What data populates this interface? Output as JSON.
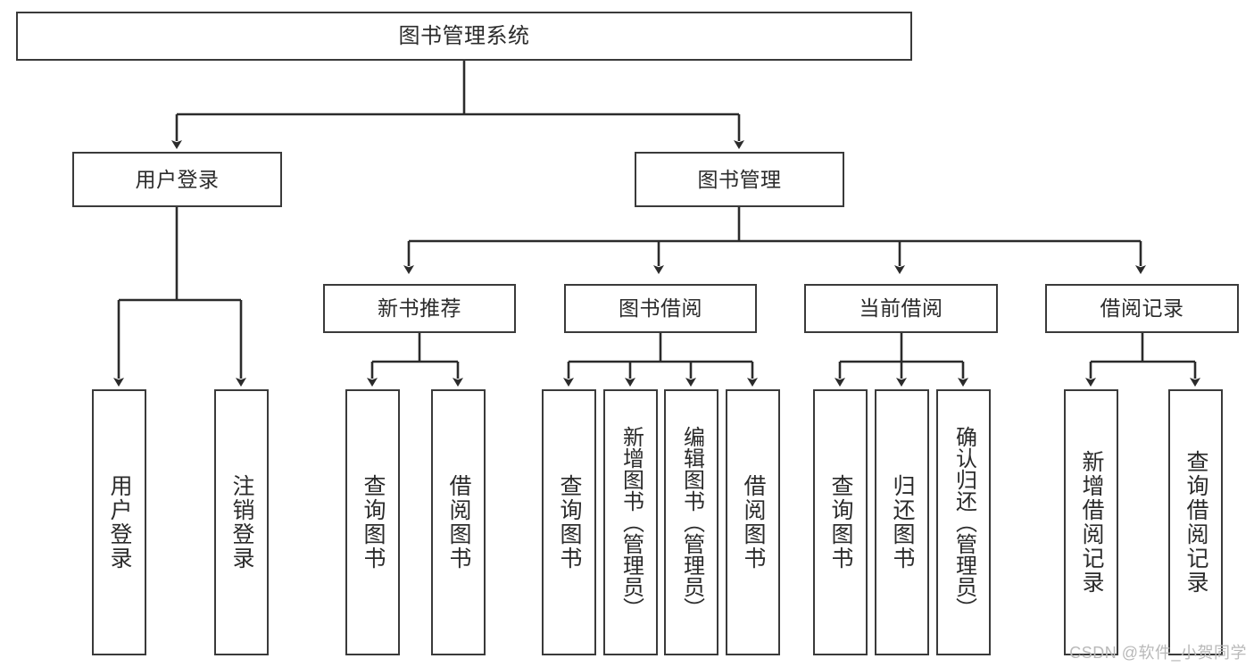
{
  "diagram": {
    "title": "图书管理系统",
    "type": "tree",
    "watermark": "CSDN @软件_小贺同学",
    "colors": {
      "box_stroke": "#3a3a3a",
      "box_fill": "#ffffff",
      "wire": "#2b2b2b",
      "text": "#2b2b2b",
      "watermark": "#b9b9b9",
      "background": "#ffffff"
    },
    "root": {
      "label": "图书管理系统"
    },
    "level2": [
      {
        "label": "用户登录"
      },
      {
        "label": "图书管理"
      }
    ],
    "level3": [
      {
        "label": "新书推荐"
      },
      {
        "label": "图书借阅"
      },
      {
        "label": "当前借阅"
      },
      {
        "label": "借阅记录"
      }
    ],
    "leaves": {
      "user_login": [
        {
          "label": "用户登录"
        },
        {
          "label": "注销登录"
        }
      ],
      "new_book": [
        {
          "label": "查询图书"
        },
        {
          "label": "借阅图书"
        }
      ],
      "book_borrow": [
        {
          "label": "查询图书"
        },
        {
          "label": "新增图书（管理员）"
        },
        {
          "label": "编辑图书（管理员）"
        },
        {
          "label": "借阅图书"
        }
      ],
      "current_borrow": [
        {
          "label": "查询图书"
        },
        {
          "label": "归还图书"
        },
        {
          "label": "确认归还（管理员）"
        }
      ],
      "borrow_record": [
        {
          "label": "新增借阅记录"
        },
        {
          "label": "查询借阅记录"
        }
      ]
    }
  },
  "chart_data": {
    "type": "table",
    "title": "图书管理系统",
    "nodes": [
      {
        "id": "root",
        "label": "图书管理系统",
        "level": 0,
        "parent": null
      },
      {
        "id": "n-user-login",
        "label": "用户登录",
        "level": 1,
        "parent": "root"
      },
      {
        "id": "n-book-mgmt",
        "label": "图书管理",
        "level": 1,
        "parent": "root"
      },
      {
        "id": "n-new-book",
        "label": "新书推荐",
        "level": 2,
        "parent": "n-book-mgmt"
      },
      {
        "id": "n-book-borrow",
        "label": "图书借阅",
        "level": 2,
        "parent": "n-book-mgmt"
      },
      {
        "id": "n-current-borrow",
        "label": "当前借阅",
        "level": 2,
        "parent": "n-book-mgmt"
      },
      {
        "id": "n-borrow-record",
        "label": "借阅记录",
        "level": 2,
        "parent": "n-book-mgmt"
      },
      {
        "id": "l-user-login",
        "label": "用户登录",
        "level": 2,
        "parent": "n-user-login"
      },
      {
        "id": "l-user-logout",
        "label": "注销登录",
        "level": 2,
        "parent": "n-user-login"
      },
      {
        "id": "l-nb-query",
        "label": "查询图书",
        "level": 3,
        "parent": "n-new-book"
      },
      {
        "id": "l-nb-borrow",
        "label": "借阅图书",
        "level": 3,
        "parent": "n-new-book"
      },
      {
        "id": "l-bb-query",
        "label": "查询图书",
        "level": 3,
        "parent": "n-book-borrow"
      },
      {
        "id": "l-bb-add",
        "label": "新增图书（管理员）",
        "level": 3,
        "parent": "n-book-borrow"
      },
      {
        "id": "l-bb-edit",
        "label": "编辑图书（管理员）",
        "level": 3,
        "parent": "n-book-borrow"
      },
      {
        "id": "l-bb-borrow",
        "label": "借阅图书",
        "level": 3,
        "parent": "n-book-borrow"
      },
      {
        "id": "l-cb-query",
        "label": "查询图书",
        "level": 3,
        "parent": "n-current-borrow"
      },
      {
        "id": "l-cb-return",
        "label": "归还图书",
        "level": 3,
        "parent": "n-current-borrow"
      },
      {
        "id": "l-cb-confirm",
        "label": "确认归还（管理员）",
        "level": 3,
        "parent": "n-current-borrow"
      },
      {
        "id": "l-br-add",
        "label": "新增借阅记录",
        "level": 3,
        "parent": "n-borrow-record"
      },
      {
        "id": "l-br-query",
        "label": "查询借阅记录",
        "level": 3,
        "parent": "n-borrow-record"
      }
    ]
  }
}
